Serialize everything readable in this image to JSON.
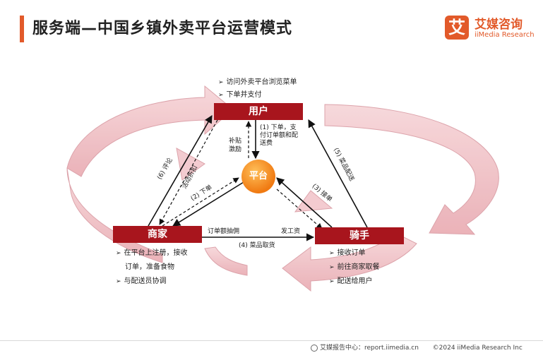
{
  "header": {
    "title": "服务端—中国乡镇外卖平台运营模式",
    "logo_mark": "艾",
    "logo_cn": "艾媒咨询",
    "logo_en": "iiMedia Research"
  },
  "nodes": {
    "user": "用户",
    "merchant": "商家",
    "rider": "骑手",
    "platform": "平台"
  },
  "user_bullets": [
    "访问外卖平台浏览菜单",
    "下单并支付"
  ],
  "merchant_bullets": [
    "在平台上注册，接收",
    "订单，准备食物",
    "与配送员协调"
  ],
  "rider_bullets": [
    "接收订单",
    "前往商家取餐",
    "配送给用户"
  ],
  "flow_labels": {
    "order_pay": "(1) 下单，支付订单额和配送费",
    "order_pay_lines": [
      "(1) 下单，支",
      "付订单额和配",
      "送费"
    ],
    "subsidy_lines": [
      "补贴",
      "激励"
    ],
    "to_merchant": "(2) 下单",
    "to_rider": "(3) 接单",
    "pickup": "(4) 菜品取货",
    "delivery": "(5) 菜品配送",
    "review": "(6) 评论",
    "promotion": "活动折扣",
    "commission": "订单额抽佣",
    "wage": "发工资"
  },
  "footer": {
    "source": "艾媒报告中心：report.iimedia.cn",
    "copyright": "©2024  iiMedia Research  Inc"
  },
  "colors": {
    "accent": "#e25a2a",
    "node_red": "#a8151d",
    "platform_orange": "#f07a12",
    "cycle_pink": "#f2c6cb"
  }
}
